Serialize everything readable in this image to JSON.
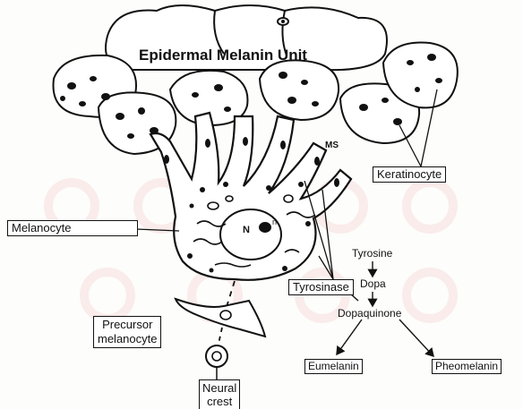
{
  "diagram": {
    "title": "Epidermal Melanin Unit",
    "labels": {
      "keratinocyte": "Keratinocyte",
      "melanocyte": "Melanocyte",
      "tyrosinase": "Tyrosinase",
      "precursor_line1": "Precursor",
      "precursor_line2": "melanocyte",
      "neural_line1": "Neural",
      "neural_line2": "crest",
      "nucleus": "N",
      "nucleolus": "n",
      "ms": "MS"
    },
    "pathway": {
      "tyrosine": "Tyrosine",
      "dopa": "Dopa",
      "dopaquinone": "Dopaquinone",
      "eumelanin": "Eumelanin",
      "pheomelanin": "Pheomelanin"
    },
    "colors": {
      "ink": "#111111",
      "watermark": "#c8252d"
    }
  }
}
